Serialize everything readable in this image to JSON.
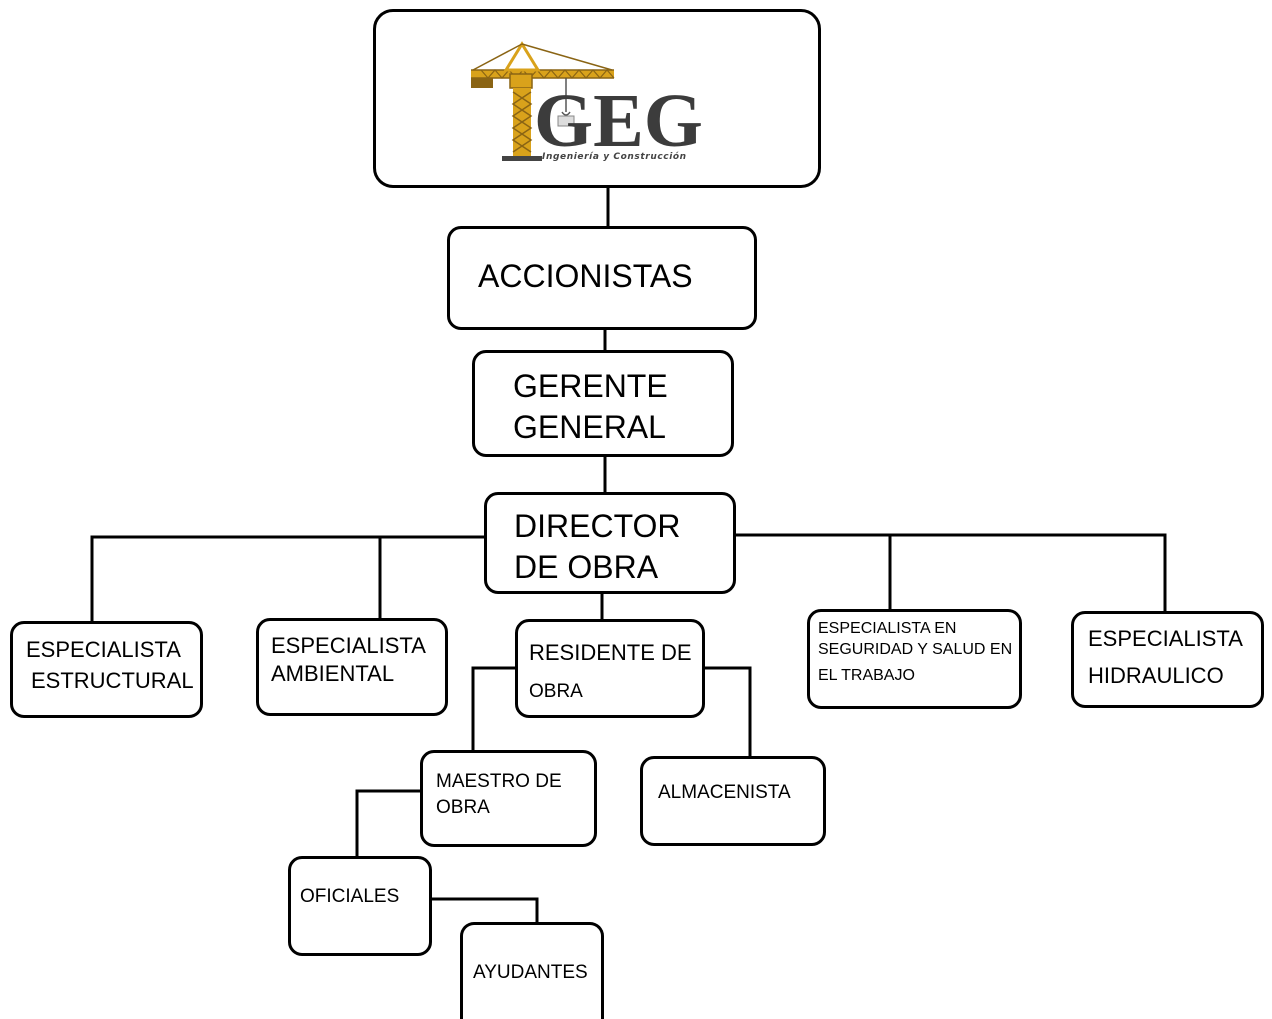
{
  "logo": {
    "wordmark": "GEG",
    "tagline": "Ingeniería y Construcción",
    "colors": {
      "crane": "#d9a21b",
      "crane_dark": "#8a6414",
      "wordmark": "#3c3c3c",
      "tagline": "#444444"
    }
  },
  "nodes": {
    "accionistas": "ACCIONISTAS",
    "gerente_general": [
      "GERENTE",
      "GENERAL"
    ],
    "director_de_obra": [
      "DIRECTOR",
      "DE OBRA"
    ],
    "especialista_estructural": [
      "ESPECIALISTA",
      "ESTRUCTURAL"
    ],
    "especialista_ambiental": [
      "ESPECIALISTA",
      "AMBIENTAL"
    ],
    "residente_de_obra": [
      "RESIDENTE DE",
      "OBRA"
    ],
    "especialista_seguridad": [
      "ESPECIALISTA EN",
      "SEGURIDAD Y SALUD EN",
      "EL TRABAJO"
    ],
    "especialista_hidraulico": [
      "ESPECIALISTA",
      "HIDRAULICO"
    ],
    "maestro_de_obra": [
      "MAESTRO DE",
      "OBRA"
    ],
    "almacenista": "ALMACENISTA",
    "oficiales": "OFICIALES",
    "ayudantes": "AYUDANTES"
  }
}
